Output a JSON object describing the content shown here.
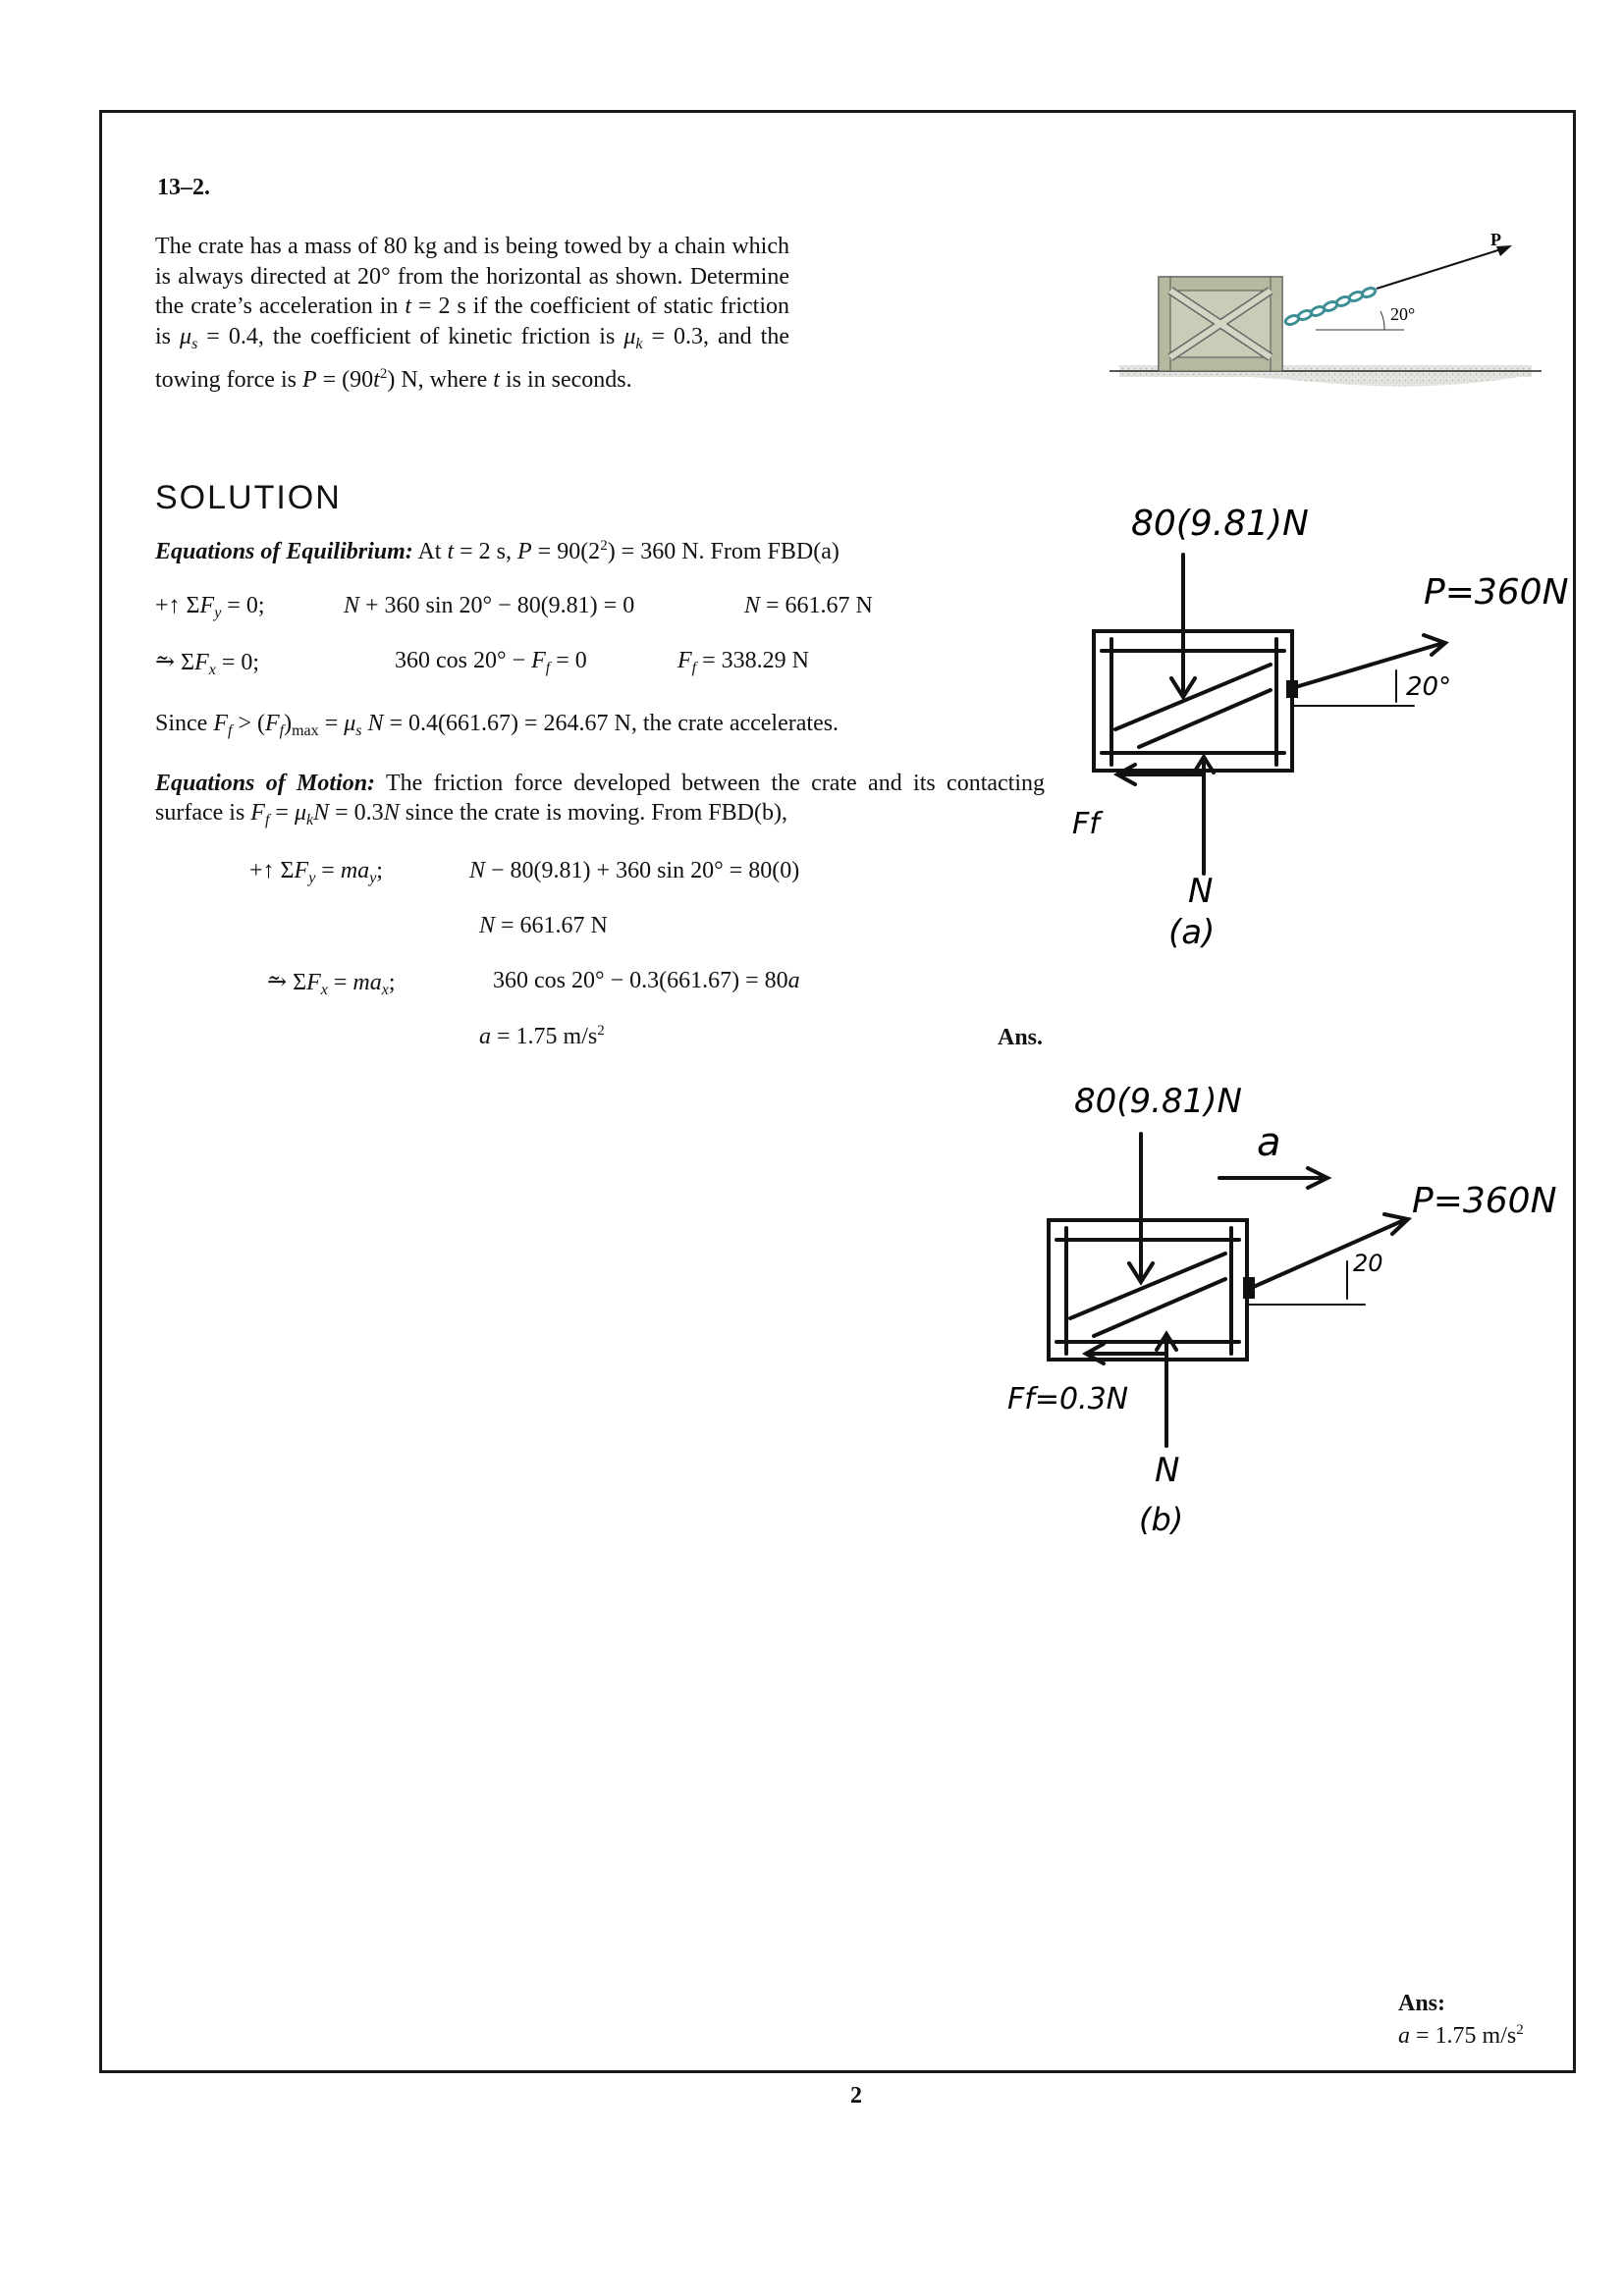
{
  "problem": {
    "number": "13–2.",
    "statement_html": "The crate has a mass of 80 kg and is being towed by a chain which is always directed at 20° from the horizontal as shown. Determine the crate’s acceleration in <i>t</i> = 2 s if the coefficient of static friction is <i>μ<sub class='sub'>s</sub></i> = 0.4, the coefficient of kinetic friction is <i>μ<sub class='sub'>k</sub></i> = 0.3, and the towing force is <i>P</i> = (90<i>t</i><sup class='sup'>2</sup>) N, where <i>t</i> is in seconds."
  },
  "figure_top": {
    "force_label": "P",
    "angle_label": "20°"
  },
  "solution": {
    "heading": "SOLUTION",
    "equilibrium_title": "Equations of Equilibrium:",
    "equilibrium_intro_html": "At <i>t</i> = 2 s, <i>P</i> = 90(2<sup class='sup'>2</sup>) = 360 N. From FBD(a)",
    "eq1_label_html": "+↑ Σ<i>F<sub class='sub'>y</sub></i> = 0;",
    "eq1_body_html": "<i>N</i> + 360 sin 20° − 80(9.81) = 0",
    "eq1_result_html": "<i>N</i> = 661.67 N",
    "eq2_label_html": "⥲ Σ<i>F<sub class='sub'>x</sub></i> = 0;",
    "eq2_body_html": "360 cos 20° − <i>F<sub class='sub'>f</sub></i> = 0",
    "eq2_result_html": "<i>F<sub class='sub'>f</sub></i> = 338.29 N",
    "since_html": "Since <i>F<sub class='sub'>f</sub></i> &gt; (<i>F<sub class='sub'>f</sub></i>)<sub class='sub' style='font-style:normal'>max</sub> = <i>μ<sub class='sub'>s</sub> N</i> = 0.4(661.67) = 264.67 N, the crate accelerates.",
    "motion_title": "Equations of Motion:",
    "motion_intro_html": "The friction force developed between the crate and its contacting surface is <i>F<sub class='sub'>f</sub></i> = <i>μ<sub class='sub'>k</sub>N</i> = 0.3<i>N</i> since the crate is moving. From FBD(b),",
    "eq3_label_html": "+↑ Σ<i>F<sub class='sub'>y</sub></i> = <i>ma<sub class='sub'>y</sub></i>;",
    "eq3_body_html": "<i>N</i> − 80(9.81) + 360 sin 20° = 80(0)",
    "eq3_result_html": "<i>N</i> = 661.67 N",
    "eq4_label_html": "⥲ Σ<i>F<sub class='sub'>x</sub></i> = <i>ma<sub class='sub'>x</sub></i>;",
    "eq4_body_html": "360 cos 20° − 0.3(661.67) = 80<i>a</i>",
    "eq4_result_html": "<i>a</i> = 1.75 m/s<sup class='sup'>2</sup>",
    "ans_label": "Ans."
  },
  "fbd_a": {
    "weight": "80(9.81)N",
    "force": "P=360N",
    "angle": "20°",
    "friction": "Ff",
    "normal": "N",
    "caption": "(a)"
  },
  "fbd_b": {
    "weight": "80(9.81)N",
    "accel": "a",
    "force": "P=360N",
    "angle": "20",
    "friction": "Ff=0.3N",
    "normal": "N",
    "caption": "(b)"
  },
  "answer_box": {
    "label": "Ans:",
    "value_html": "<i>a</i> = 1.75 m/s<sup class='sup'>2</sup>"
  },
  "page_number": "2"
}
